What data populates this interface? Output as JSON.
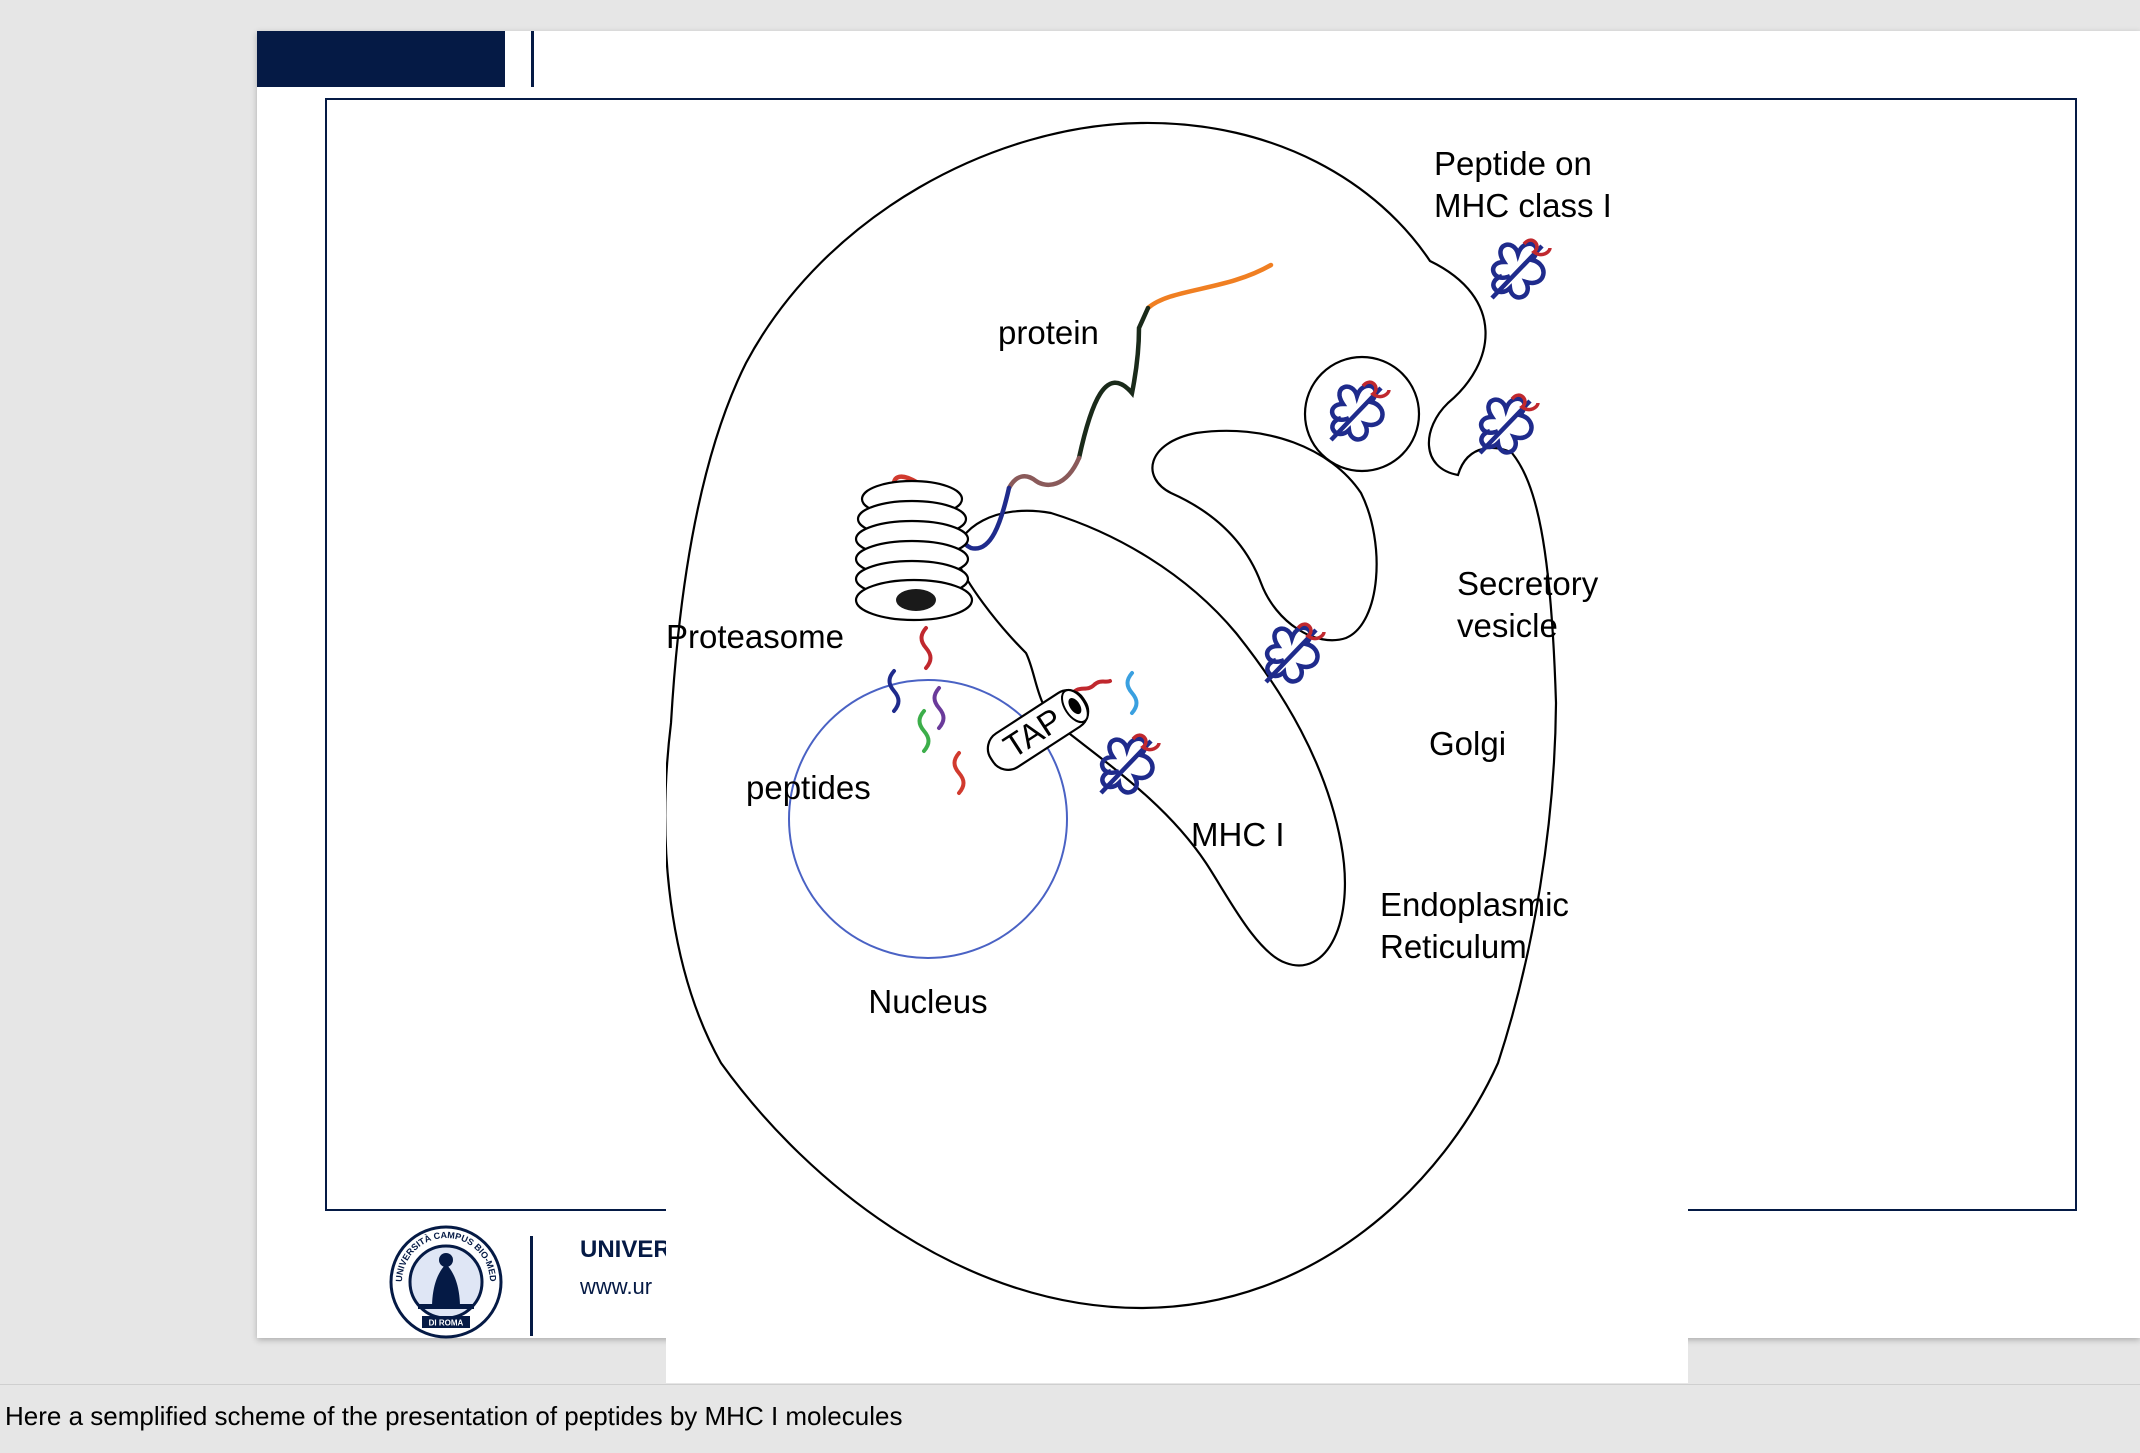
{
  "footer": {
    "university": "UNIVER",
    "url": "www.ur",
    "logo_text_top": "UNIVERSITÀ CAMPUS BIO-MEDICO",
    "logo_text_bottom": "DI ROMA"
  },
  "diagram": {
    "label_peptide_on_line1": "Peptide on",
    "label_peptide_on_line2": "MHC class I",
    "label_protein": "protein",
    "label_proteasome": "Proteasome",
    "label_peptides": "peptides",
    "label_tap": "TAP",
    "label_mhc": "MHC I",
    "label_secretory_line1": "Secretory",
    "label_secretory_line2": "vesicle",
    "label_golgi": "Golgi",
    "label_er_line1": "Endoplasmic",
    "label_er_line2": "Reticulum",
    "label_nucleus": "Nucleus"
  },
  "caption": "Here a semplified scheme of the presentation of peptides by MHC I molecules",
  "colors": {
    "navy": "#051a45",
    "mhc_blue": "#1f2b8c",
    "peptide_red": "#c0282e",
    "nucleus_blue": "#4a62c4"
  }
}
